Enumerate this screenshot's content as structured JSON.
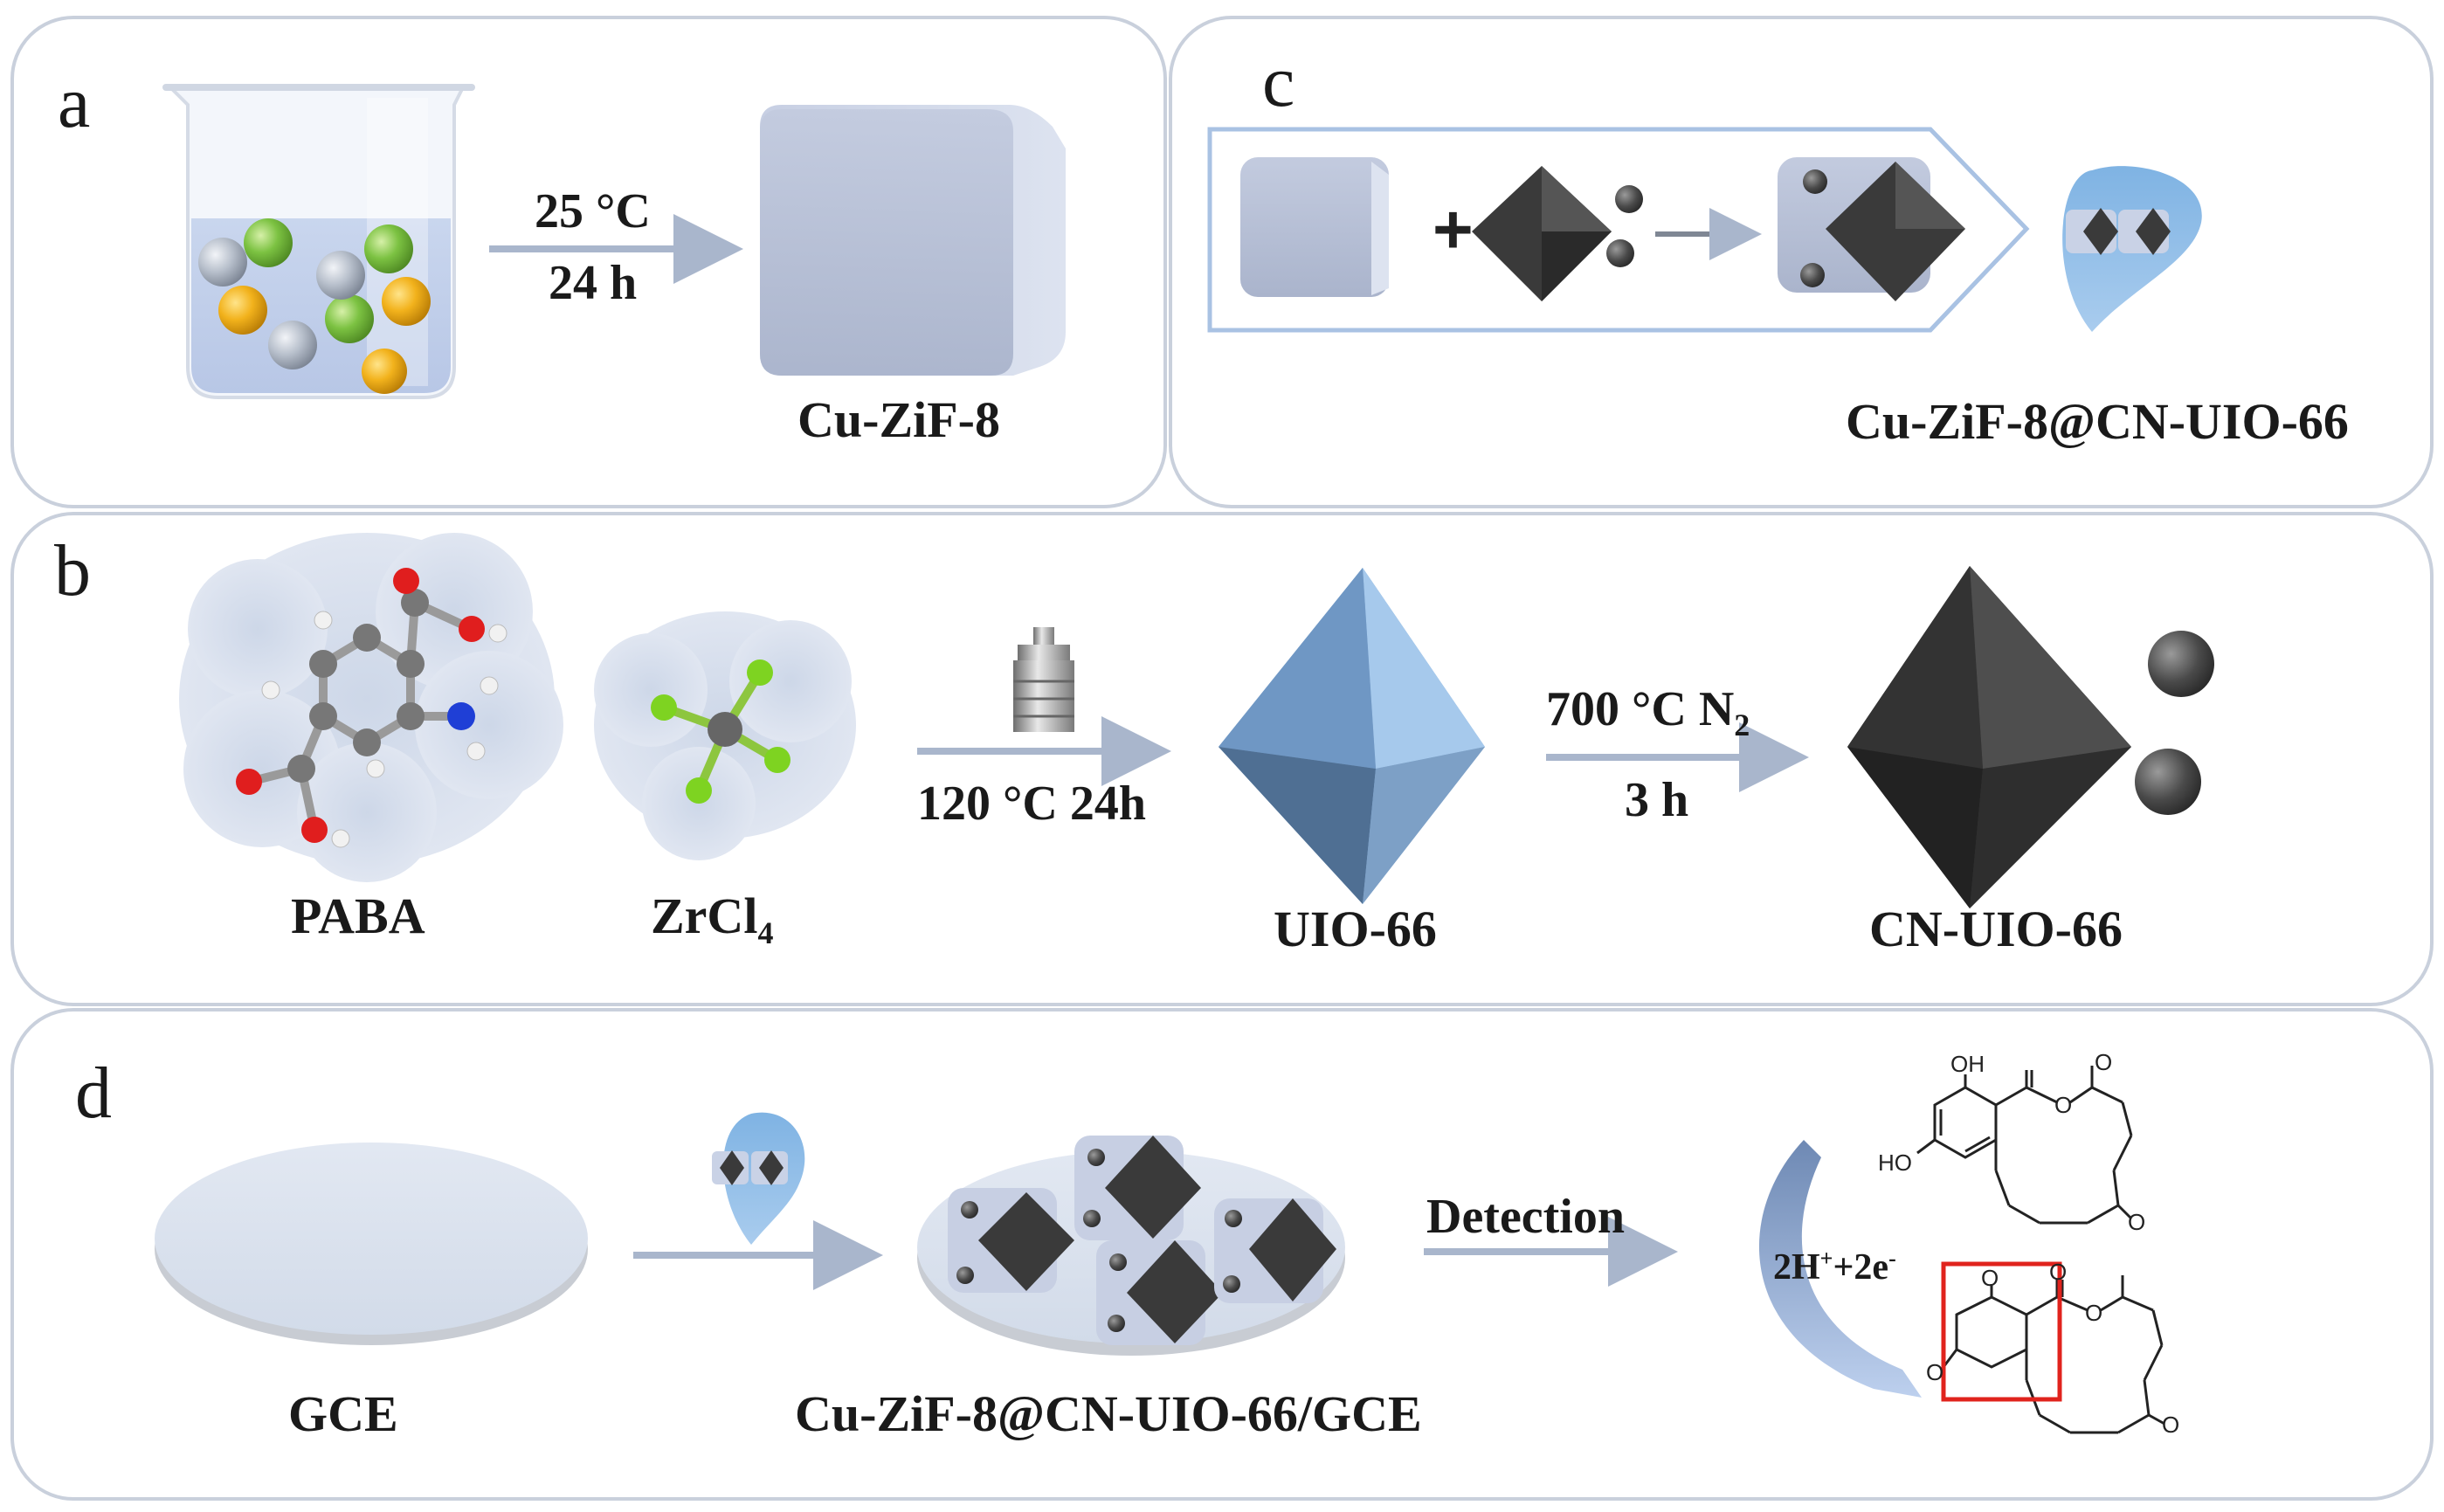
{
  "panels": {
    "a": {
      "letter": "a",
      "cond_line1": "25 °C",
      "cond_line2": "24 h",
      "product": "Cu-ZiF-8"
    },
    "b": {
      "letter": "b",
      "reagent1": "PABA",
      "reagent2": "ZrCl",
      "reagent2_sub": "4",
      "cond1": "120 °C 24h",
      "intermediate": "UIO-66",
      "cond2_line1": "700 °C N",
      "cond2_sub": "2",
      "cond2_line2": "3 h",
      "product": "CN-UIO-66"
    },
    "c": {
      "letter": "c",
      "product": "Cu-ZiF-8@CN-UIO-66"
    },
    "d": {
      "letter": "d",
      "electrode": "GCE",
      "modified": "Cu-ZiF-8@CN-UIO-66/GCE",
      "process": "Detection",
      "reaction_pre": "2H",
      "reaction_sup1": "+",
      "reaction_mid": "+2e",
      "reaction_sup2": "-",
      "chem_oh1": "OH",
      "chem_oh2": "HO",
      "chem_o": "O"
    }
  },
  "colors": {
    "frame": "#c9d0dc",
    "arrow": "#a9b6cc",
    "cube": "#c7d0e4",
    "octahedron_blue": "#87aed6",
    "octahedron_dark": "#3a3a3a",
    "highlight_box": "#e0231d",
    "sphere_green": "#7cc242",
    "sphere_yellow": "#f2b21c",
    "sphere_gray": "#b8c0cc"
  }
}
